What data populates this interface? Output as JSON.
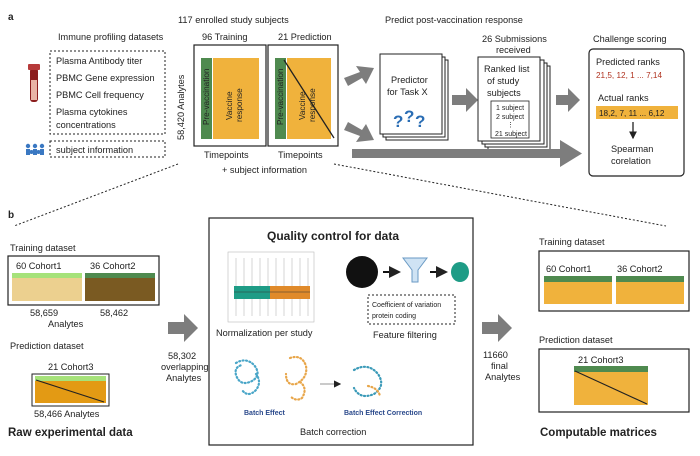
{
  "colors": {
    "green": "#4f8a4f",
    "orange": "#f0b23c",
    "light_green": "#a6e27a",
    "tan": "#ecd08f",
    "brown": "#7a5a22",
    "dark_orange": "#e39a14",
    "teal": "#1e9c86",
    "arrow_gray": "#7d7d7d"
  },
  "panel_a": {
    "label": "a",
    "immune_title": "Immune profiling datasets",
    "datasets": [
      "Plasma Antibody titer",
      "PBMC Gene expression",
      "PBMC Cell frequency",
      "Plasma cytokines",
      "concentrations"
    ],
    "subject_info": "subject information",
    "enrolled": "117 enrolled study subjects",
    "training": "96 Training",
    "prediction": "21 Prediction",
    "analytes": "58,420 Analytes",
    "pre_vaccination": "Pre-vaccination",
    "vaccine_response_1": "Vaccine",
    "vaccine_response_2": "response",
    "timepoints": "Timepoints",
    "plus_subject": "+ subject information",
    "predict_title": "Predict post-vaccination response",
    "predictor_1": "Predictor",
    "predictor_2": "for Task X",
    "question": "?",
    "submissions_1": "26 Submissions",
    "submissions_2": "received",
    "ranked_1": "Ranked list",
    "ranked_2": "of study",
    "ranked_3": "subjects",
    "ranked_items": [
      "1 subject",
      "2 subject",
      "21 subject"
    ],
    "ranked_dots": "⋮",
    "challenge_title": "Challenge scoring",
    "predicted_ranks_label": "Predicted ranks",
    "predicted_ranks": "21,5, 12, 1 ... 7,14",
    "actual_ranks_label": "Actual ranks",
    "actual_ranks": "18,2, 7, 11 ... 6,12",
    "spearman_1": "Spearman",
    "spearman_2": "corelation"
  },
  "panel_b": {
    "label": "b",
    "training_title": "Training dataset",
    "cohort1": "60 Cohort1",
    "cohort2": "36 Cohort2",
    "n_cohort1": "58,659",
    "n_cohort2": "58,462",
    "analytes_word": "Analytes",
    "prediction_title": "Prediction dataset",
    "cohort3": "21 Cohort3",
    "n_cohort3": "58,466 Analytes",
    "raw_title": "Raw experimental data",
    "overlap_1": "58,302",
    "overlap_2": "overlapping",
    "overlap_3": "Analytes",
    "qc_title": "Quality control for data",
    "normalization": "Normalization per study",
    "feature_filtering": "Feature filtering",
    "cv_1": "Coefficient of variation",
    "cv_2": "protein coding",
    "batch_effect": "Batch Effect",
    "batch_correction_label": "Batch Effect Correction",
    "batch_correction": "Batch correction",
    "final_1": "11660",
    "final_2": "final",
    "final_3": "Analytes",
    "out_training_title": "Training dataset",
    "out_cohort1": "60 Cohort1",
    "out_cohort2": "36 Cohort2",
    "out_prediction_title": "Prediction dataset",
    "out_cohort3": "21 Cohort3",
    "computable_title": "Computable matrices"
  }
}
